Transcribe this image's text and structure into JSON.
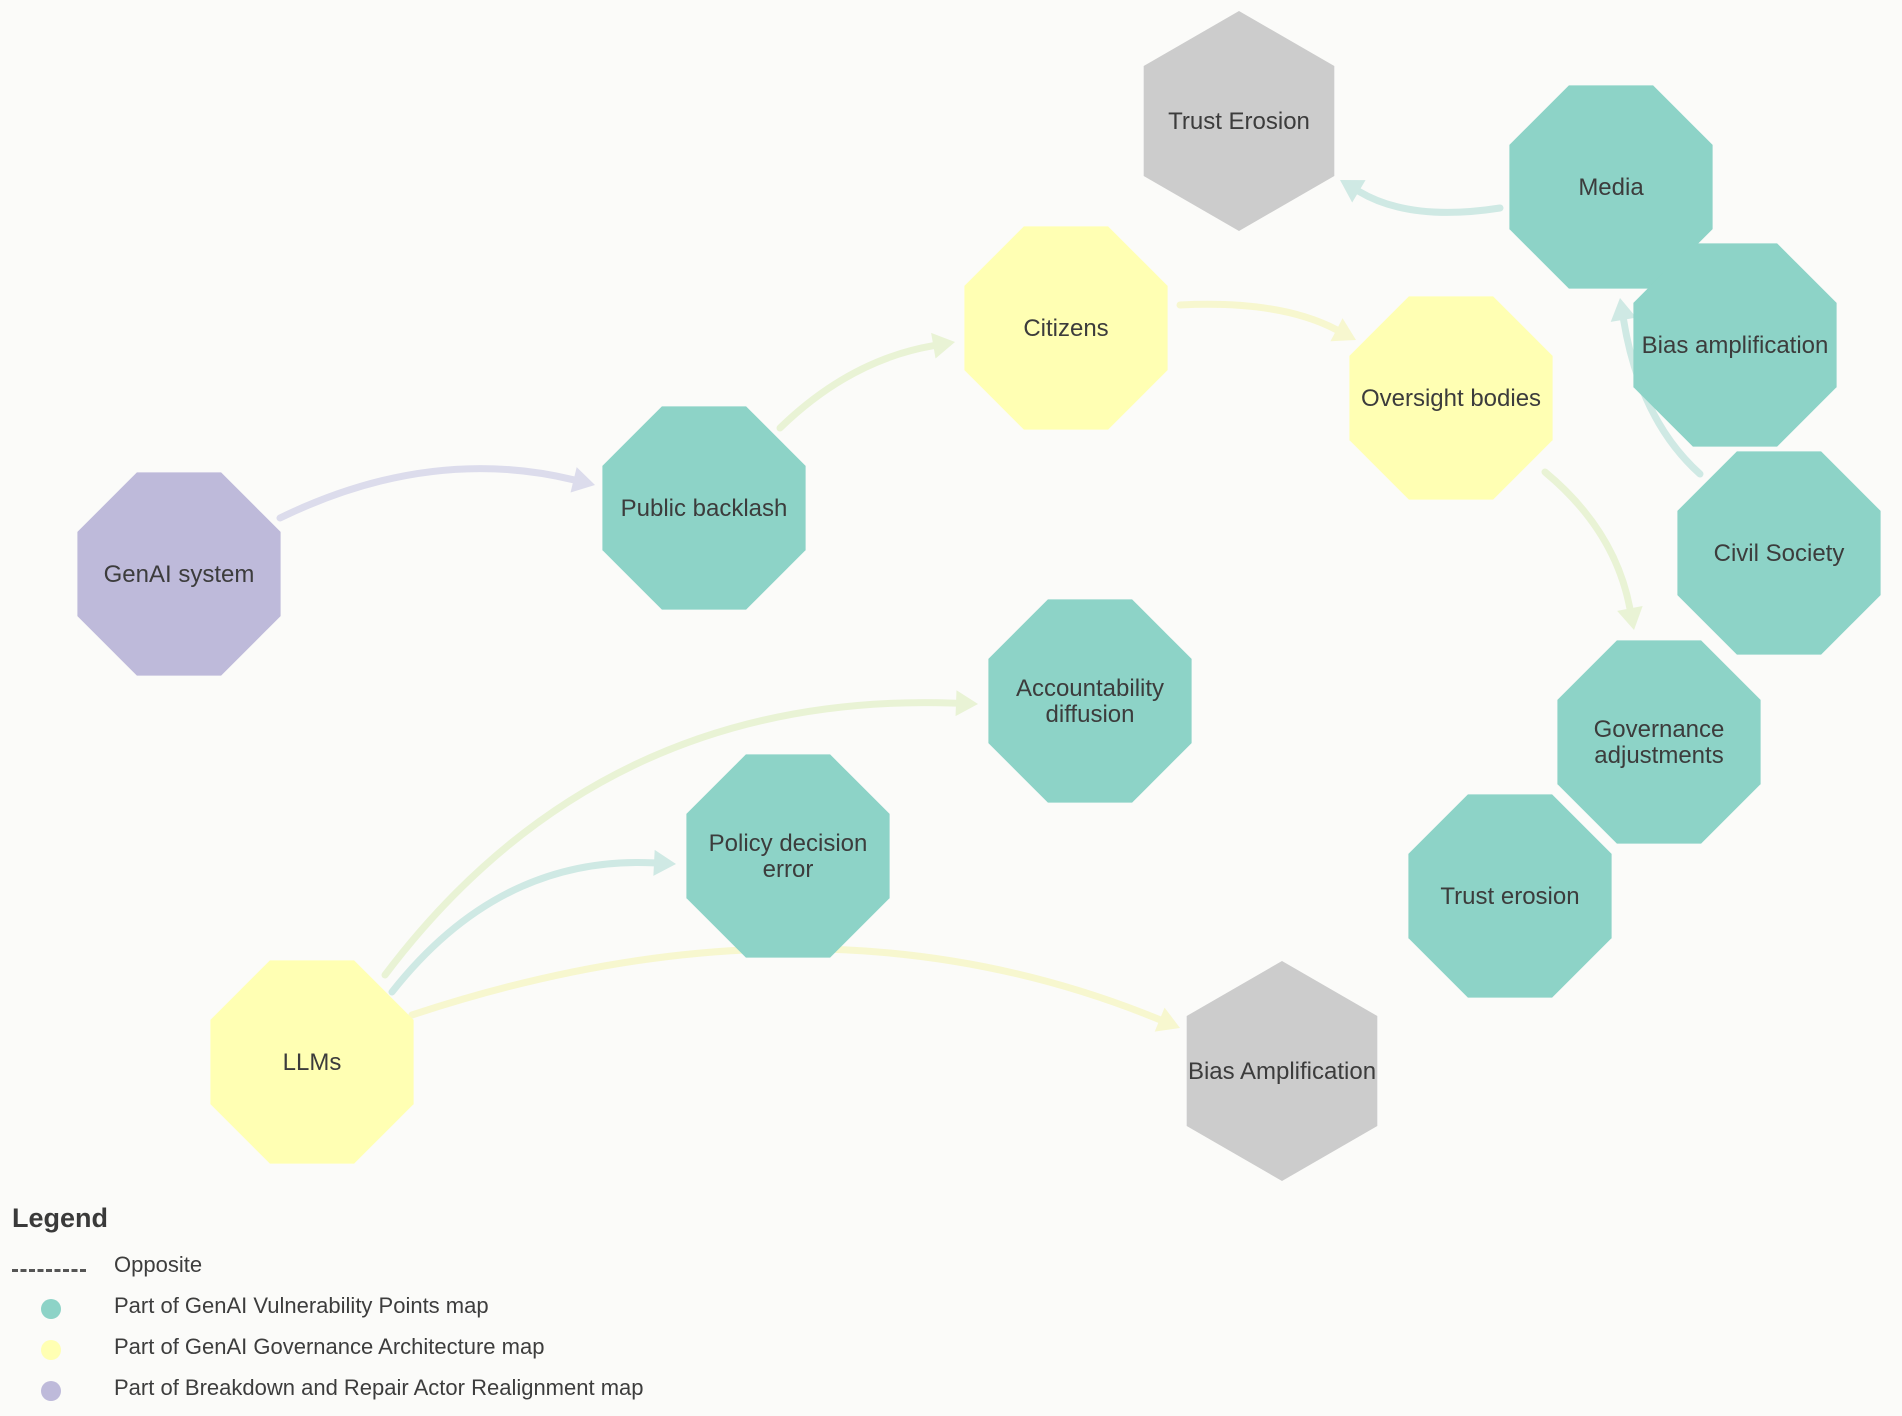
{
  "colors": {
    "teal": "#8dd3c7",
    "yellow": "#ffffb3",
    "purple": "#bebada",
    "gray": "#cccccc",
    "edge_teal": "#cfe9e4",
    "edge_yellow": "#f7f7cf",
    "edge_purple": "#dcdcec",
    "edge_gray": "#e6e6e2",
    "edge_green": "#e9f3d5"
  },
  "nodes": [
    {
      "id": "genai-system",
      "lines": [
        "GenAI system"
      ],
      "color": "purple",
      "shape": "octagon"
    },
    {
      "id": "public-backlash",
      "lines": [
        "Public backlash"
      ],
      "color": "teal",
      "shape": "octagon"
    },
    {
      "id": "citizens",
      "lines": [
        "Citizens"
      ],
      "color": "yellow",
      "shape": "octagon"
    },
    {
      "id": "oversight-bodies",
      "lines": [
        "Oversight bodies"
      ],
      "color": "yellow",
      "shape": "octagon"
    },
    {
      "id": "trust-erosion-top",
      "lines": [
        "Trust Erosion"
      ],
      "color": "gray",
      "shape": "hexagon"
    },
    {
      "id": "media",
      "lines": [
        "Media"
      ],
      "color": "teal",
      "shape": "octagon"
    },
    {
      "id": "bias-amplification-right",
      "lines": [
        "Bias amplification"
      ],
      "color": "teal",
      "shape": "octagon"
    },
    {
      "id": "civil-society",
      "lines": [
        "Civil Society"
      ],
      "color": "teal",
      "shape": "octagon"
    },
    {
      "id": "governance-adjustments",
      "lines": [
        "Governance",
        "adjustments"
      ],
      "color": "teal",
      "shape": "octagon"
    },
    {
      "id": "trust-erosion-lower",
      "lines": [
        "Trust erosion"
      ],
      "color": "teal",
      "shape": "octagon"
    },
    {
      "id": "accountability-diffusion",
      "lines": [
        "Accountability",
        "diffusion"
      ],
      "color": "teal",
      "shape": "octagon"
    },
    {
      "id": "policy-decision-error",
      "lines": [
        "Policy decision",
        "error"
      ],
      "color": "teal",
      "shape": "octagon"
    },
    {
      "id": "llms",
      "lines": [
        "LLMs"
      ],
      "color": "yellow",
      "shape": "octagon"
    },
    {
      "id": "bias-amplification-bottom",
      "lines": [
        "Bias Amplification"
      ],
      "color": "gray",
      "shape": "hexagon"
    }
  ],
  "edges": [
    {
      "from": "genai-system",
      "to": "public-backlash",
      "color": "edge_purple"
    },
    {
      "from": "public-backlash",
      "to": "citizens",
      "color": "edge_green"
    },
    {
      "from": "citizens",
      "to": "oversight-bodies",
      "color": "edge_yellow"
    },
    {
      "from": "oversight-bodies",
      "to": "governance-adjustments",
      "color": "edge_green"
    },
    {
      "from": "media",
      "to": "trust-erosion-top",
      "color": "edge_teal"
    },
    {
      "from": "civil-society",
      "to": "media",
      "color": "edge_teal"
    },
    {
      "from": "llms",
      "to": "accountability-diffusion",
      "color": "edge_green"
    },
    {
      "from": "llms",
      "to": "policy-decision-error",
      "color": "edge_teal"
    },
    {
      "from": "llms",
      "to": "bias-amplification-bottom",
      "color": "edge_yellow"
    }
  ],
  "legend": {
    "title": "Legend",
    "items": [
      {
        "kind": "dash",
        "label": "Opposite"
      },
      {
        "kind": "dot",
        "color": "teal",
        "label": "Part of GenAI Vulnerability Points map"
      },
      {
        "kind": "dot",
        "color": "yellow",
        "label": "Part of GenAI Governance Architecture map"
      },
      {
        "kind": "dot",
        "color": "purple",
        "label": "Part of Breakdown and Repair Actor Realignment map"
      }
    ]
  }
}
